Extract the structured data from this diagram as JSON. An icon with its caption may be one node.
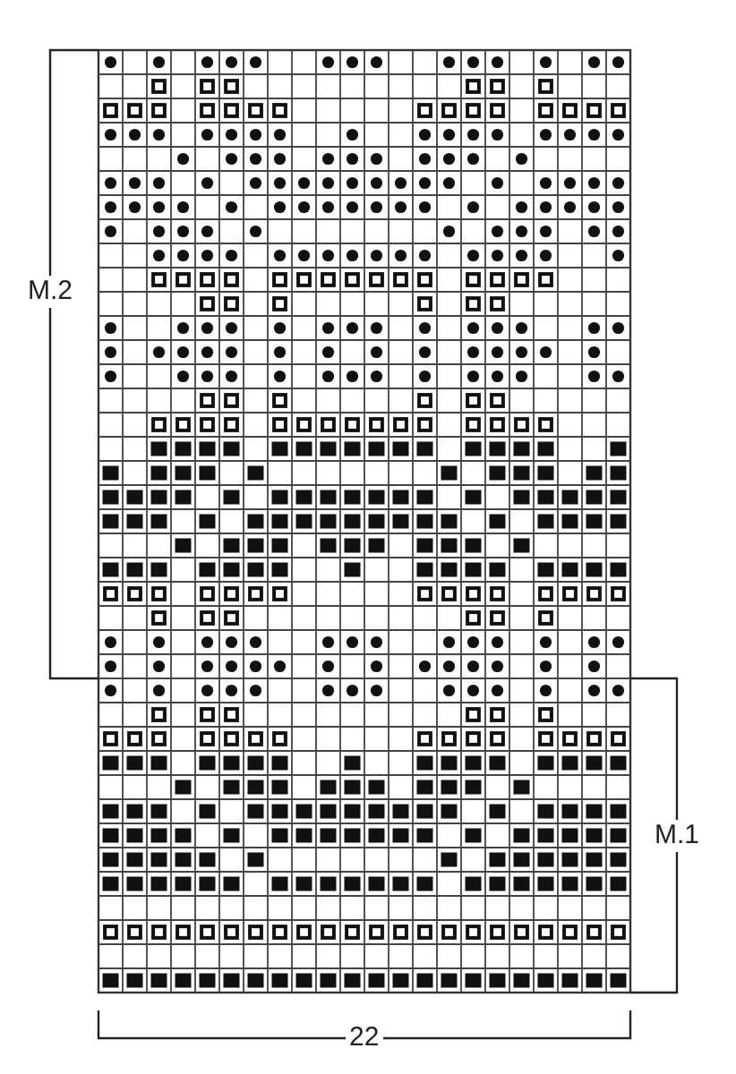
{
  "diagram": {
    "labels": [
      "M.2",
      "M.1",
      "22"
    ]
  }
}
